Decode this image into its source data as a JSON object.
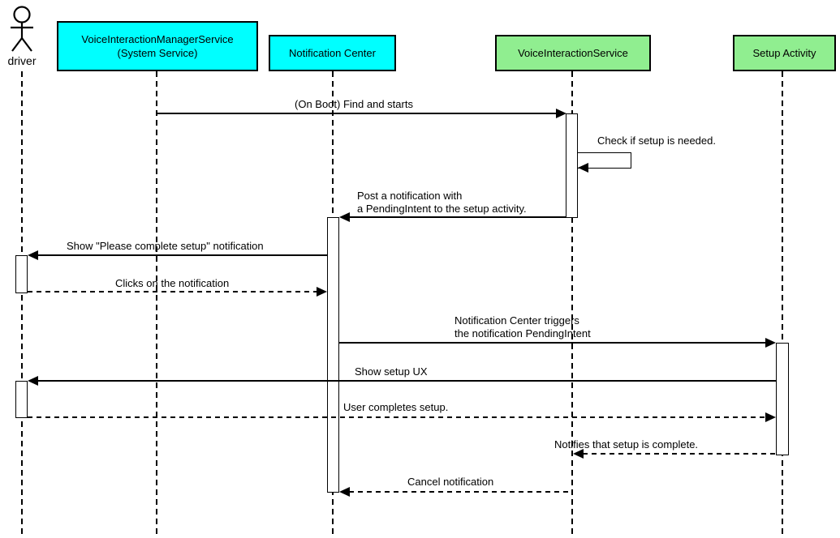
{
  "participants": [
    {
      "id": "driver",
      "type": "actor",
      "label": "driver"
    },
    {
      "id": "voice-interaction-manager-service",
      "type": "box",
      "label": "VoiceInteractionManagerService\n(System Service)",
      "fill": "#00FFFF"
    },
    {
      "id": "notification-center",
      "type": "box",
      "label": "Notification Center",
      "fill": "#00FFFF"
    },
    {
      "id": "voice-interaction-service",
      "type": "box",
      "label": "VoiceInteractionService",
      "fill": "#90EE90"
    },
    {
      "id": "setup-activity",
      "type": "box",
      "label": "Setup Activity",
      "fill": "#90EE90"
    }
  ],
  "messages": [
    {
      "id": "on-boot-find-and-starts",
      "label": "(On Boot) Find and starts",
      "from": "VoiceInteractionManagerService (System Service)",
      "to": "VoiceInteractionService",
      "line": "solid"
    },
    {
      "id": "check-if-setup-needed",
      "label": "Check if setup is needed.",
      "from": "VoiceInteractionService",
      "to": "VoiceInteractionService",
      "line": "solid-self"
    },
    {
      "id": "post-notification",
      "label": "Post a notification with\na PendingIntent to the setup activity.",
      "from": "VoiceInteractionService",
      "to": "Notification Center",
      "line": "solid"
    },
    {
      "id": "show-please-complete-setup",
      "label": "Show \"Please complete setup\" notification",
      "from": "Notification Center",
      "to": "driver",
      "line": "solid"
    },
    {
      "id": "clicks-on-notification",
      "label": "Clicks on the notification",
      "from": "driver",
      "to": "Notification Center",
      "line": "dashed"
    },
    {
      "id": "nc-triggers-pendingintent",
      "label": "Notification Center triggers\nthe notification PendingIntent",
      "from": "Notification Center",
      "to": "Setup Activity",
      "line": "solid"
    },
    {
      "id": "show-setup-ux",
      "label": "Show setup UX",
      "from": "Setup Activity",
      "to": "driver",
      "line": "solid"
    },
    {
      "id": "user-completes-setup",
      "label": "User completes setup.",
      "from": "driver",
      "to": "Setup Activity",
      "line": "dashed"
    },
    {
      "id": "notifies-setup-complete",
      "label": "Notifies that setup is complete.",
      "from": "Setup Activity",
      "to": "VoiceInteractionService",
      "line": "dashed"
    },
    {
      "id": "cancel-notification",
      "label": "Cancel notification",
      "from": "VoiceInteractionService",
      "to": "Notification Center",
      "line": "dashed"
    }
  ],
  "colors": {
    "participant_cyan": "#00FFFF",
    "participant_green": "#90EE90",
    "line": "#000000",
    "background": "#FFFFFF",
    "text": "#000000"
  }
}
